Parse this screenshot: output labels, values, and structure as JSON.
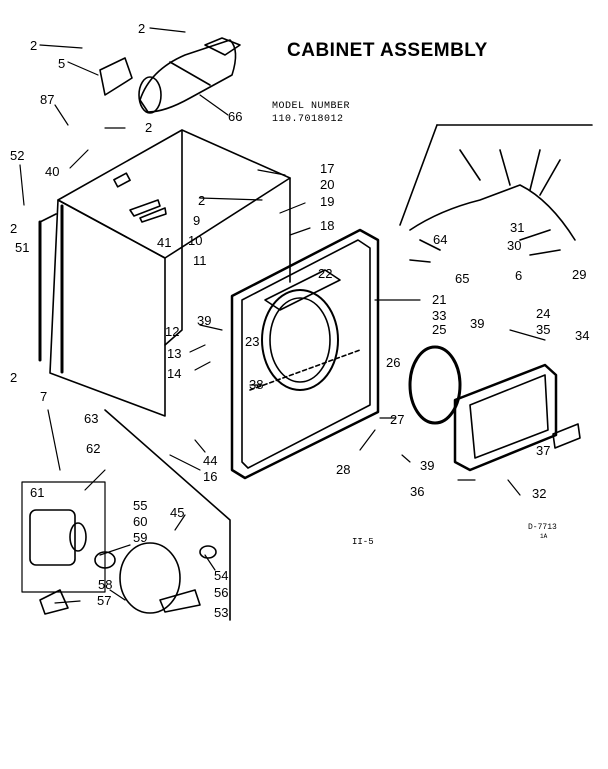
{
  "title": "CABINET ASSEMBLY",
  "model_label": "MODEL NUMBER",
  "model_number": "110.7018012",
  "page_ref": "II-5",
  "drawing_code": "D-7713",
  "drawing_rev": "1A",
  "part_numbers": [
    "2",
    "2",
    "5",
    "66",
    "87",
    "2",
    "40",
    "52",
    "2",
    "51",
    "41",
    "2",
    "9",
    "10",
    "11",
    "17",
    "20",
    "19",
    "18",
    "22",
    "21",
    "33",
    "25",
    "12",
    "39",
    "13",
    "23",
    "14",
    "38",
    "2",
    "7",
    "24",
    "35",
    "34",
    "39",
    "26",
    "27",
    "28",
    "39",
    "44",
    "16",
    "36",
    "37",
    "32",
    "31",
    "30",
    "64",
    "65",
    "6",
    "29",
    "63",
    "62",
    "61",
    "55",
    "45",
    "60",
    "59",
    "58",
    "57",
    "54",
    "56",
    "53"
  ]
}
